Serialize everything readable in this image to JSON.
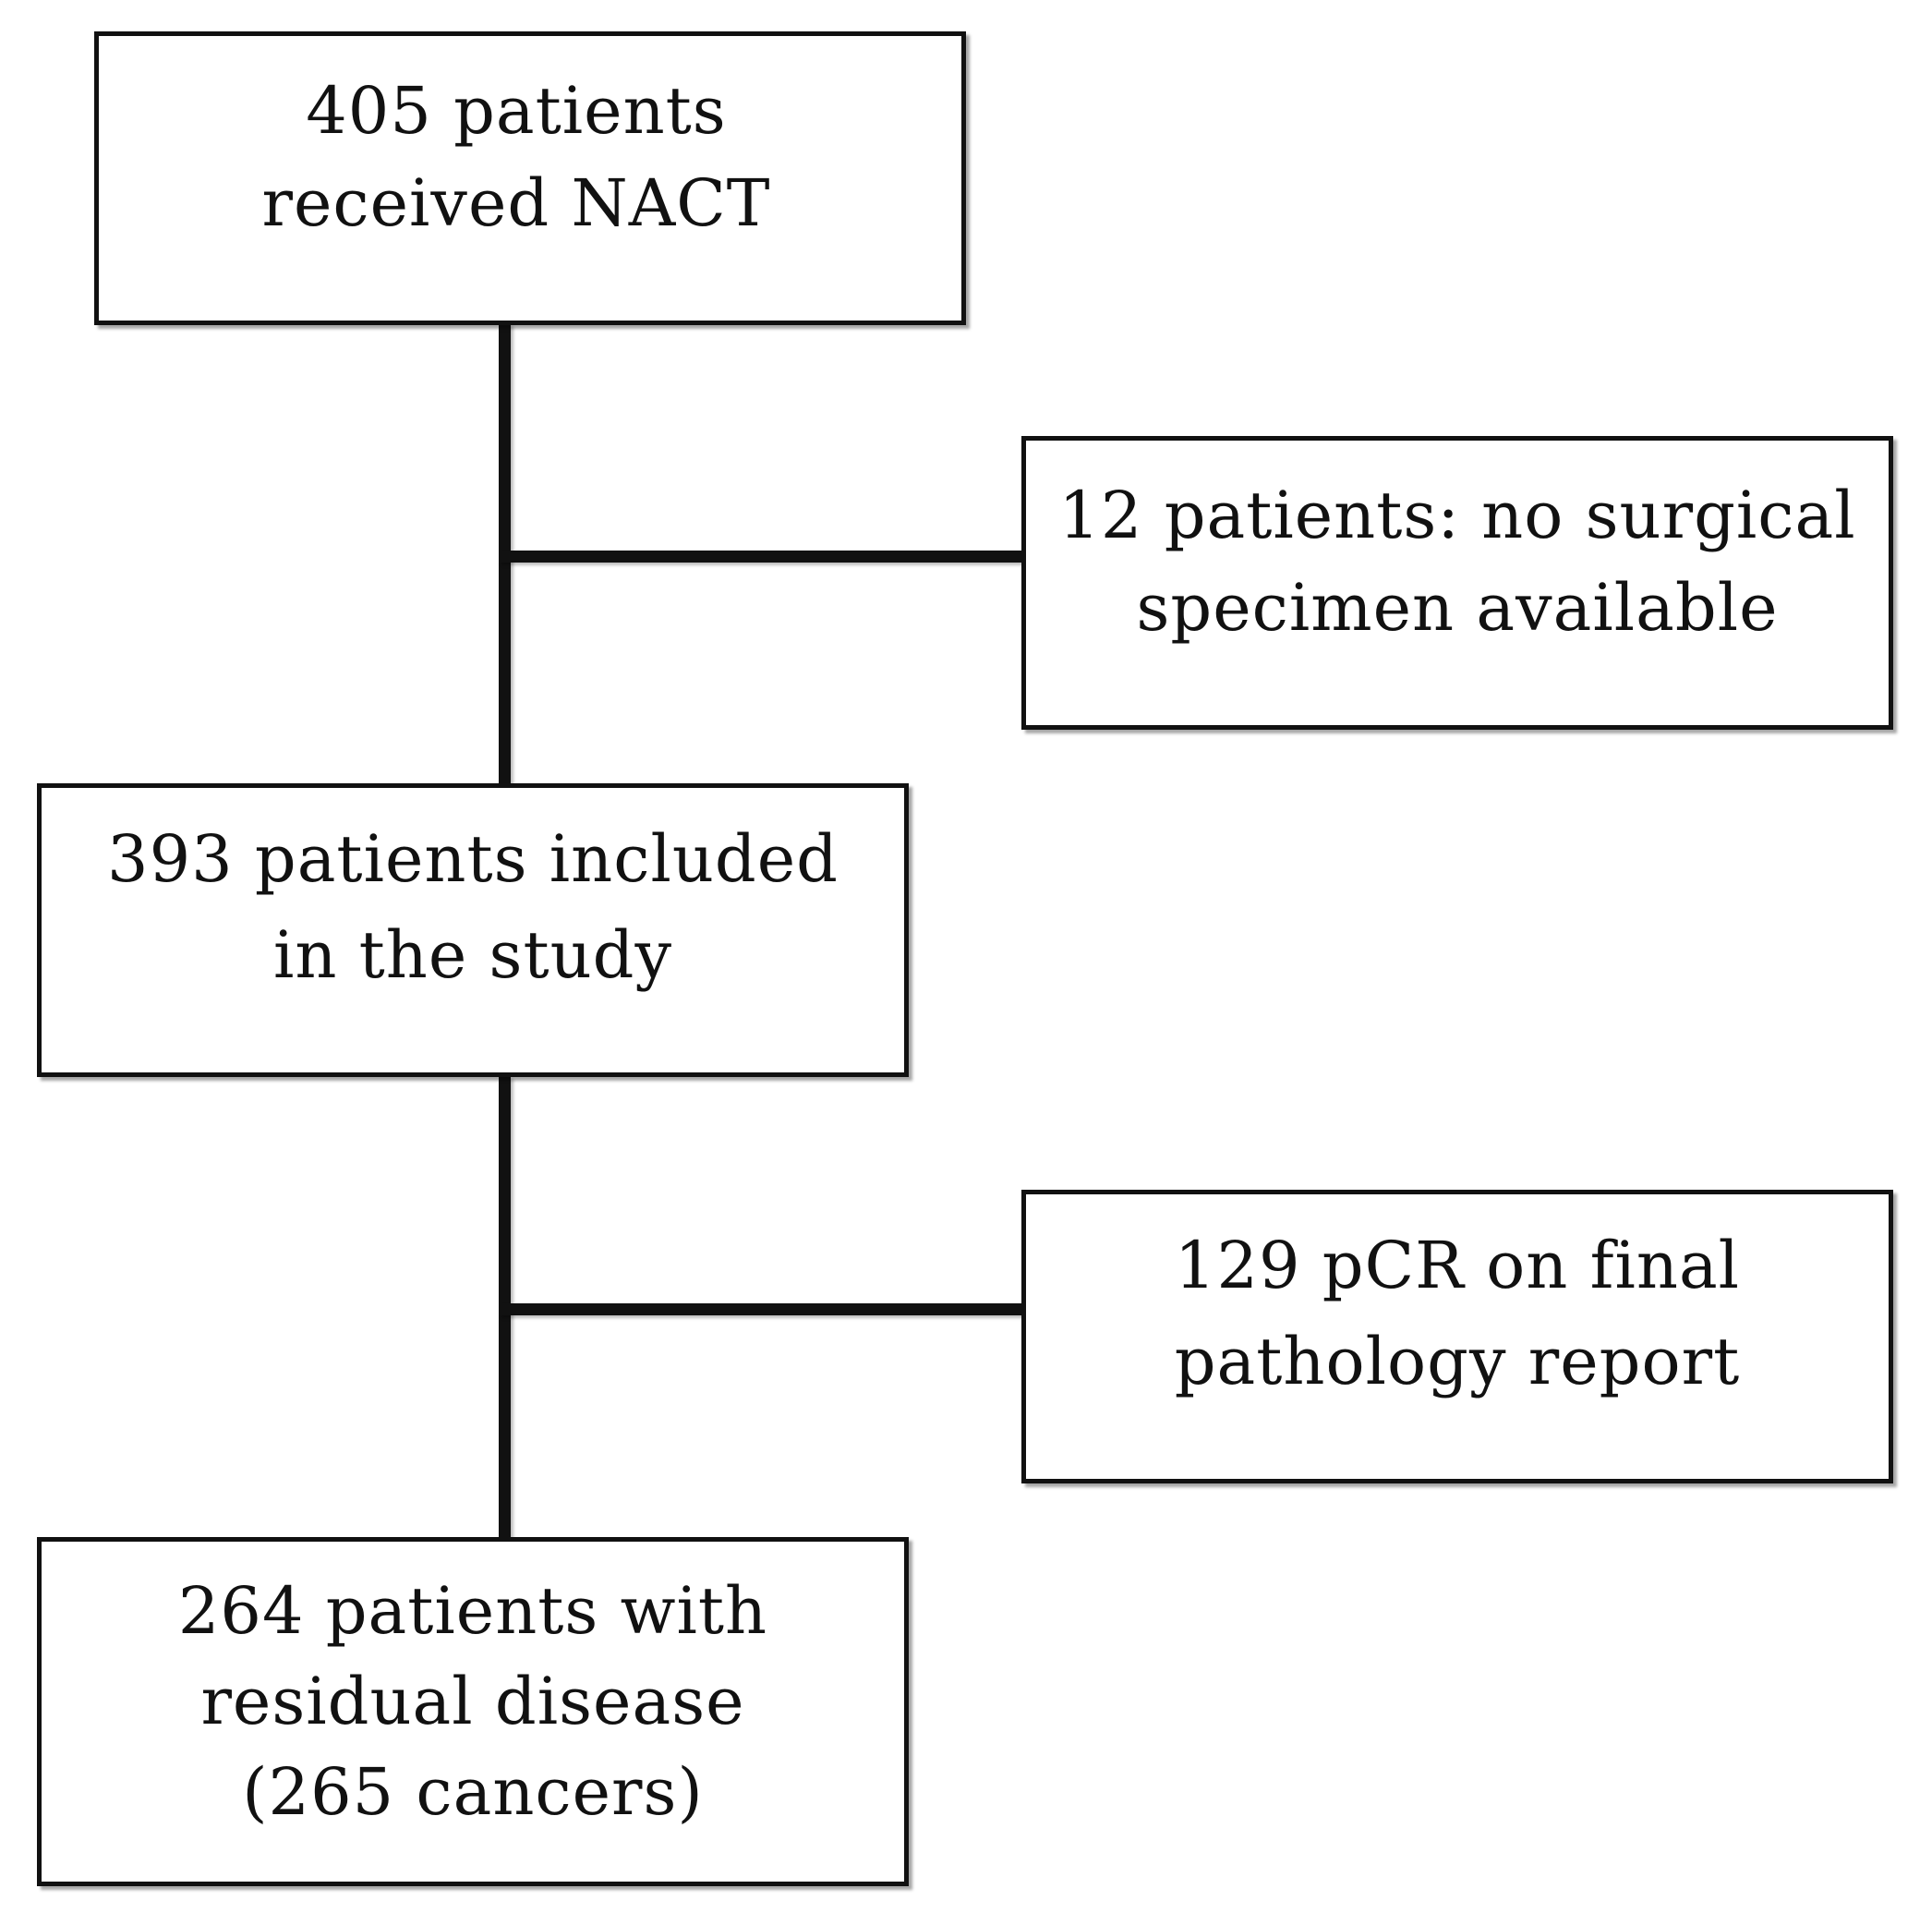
{
  "flowchart": {
    "boxes": [
      {
        "id": "received",
        "lines": [
          "405 patients",
          "received NACT"
        ]
      },
      {
        "id": "no-specimen",
        "lines": [
          "12 patients: no surgical",
          "specimen available"
        ]
      },
      {
        "id": "included",
        "lines": [
          "393 patients included",
          "in the study"
        ]
      },
      {
        "id": "pcr",
        "lines": [
          "129 pCR on final",
          "pathology report"
        ]
      },
      {
        "id": "residual",
        "lines": [
          "264 patients with",
          "residual disease",
          "(265 cancers)"
        ]
      }
    ],
    "counts": {
      "received_nact": 405,
      "no_surgical_specimen": 12,
      "included": 393,
      "pcr": 129,
      "residual_disease_patients": 264,
      "residual_disease_cancers": 265
    }
  }
}
